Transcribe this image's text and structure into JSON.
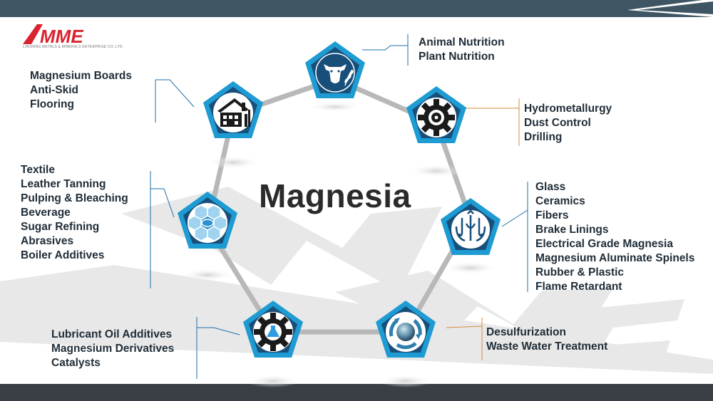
{
  "brand": {
    "name": "MME",
    "subtitle": "LIAONING METALS & MINERALS ENTERPRISE CO.,LTD.",
    "color": "#d9232d",
    "watermark": "MME"
  },
  "title": "Magnesia",
  "colors": {
    "pentagon_outer": "#1e9bd2",
    "pentagon_inner": "#184e7a",
    "icon_bg": "#ffffff",
    "connector": "#b8b8b8",
    "top_bar": "#3f5563",
    "bottom_bar": "#3a3f45"
  },
  "nodes": [
    {
      "id": "agriculture",
      "icon": "cow-wheat-icon",
      "labels": [
        "Animal Nutrition",
        "Plant Nutrition"
      ]
    },
    {
      "id": "metallurgy",
      "icon": "gear-icon",
      "labels": [
        "Hydrometallurgy",
        "Dust Control",
        "Drilling"
      ]
    },
    {
      "id": "ceramics",
      "icon": "flame-furnace-icon",
      "labels": [
        "Glass",
        "Ceramics",
        "Fibers",
        "Brake Linings",
        "Electrical Grade Magnesia",
        "Magnesium Aluminate Spinels",
        "Rubber & Plastic",
        "Flame Retardant"
      ]
    },
    {
      "id": "environment",
      "icon": "recycle-globe-icon",
      "labels": [
        "Desulfurization",
        "Waste Water Treatment"
      ]
    },
    {
      "id": "chemicals",
      "icon": "gear-flask-icon",
      "labels": [
        "Lubricant Oil Additives",
        "Magnesium Derivatives",
        "Catalysts"
      ]
    },
    {
      "id": "industry",
      "icon": "hexagon-molecule-icon",
      "labels": [
        "Textile",
        "Leather Tanning",
        "Pulping & Bleaching",
        "Beverage",
        "Sugar Refining",
        "Abrasives",
        "Boiler Additives"
      ]
    },
    {
      "id": "construction",
      "icon": "building-tools-icon",
      "labels": [
        "Magnesium Boards",
        "Anti-Skid",
        "Flooring"
      ]
    }
  ]
}
